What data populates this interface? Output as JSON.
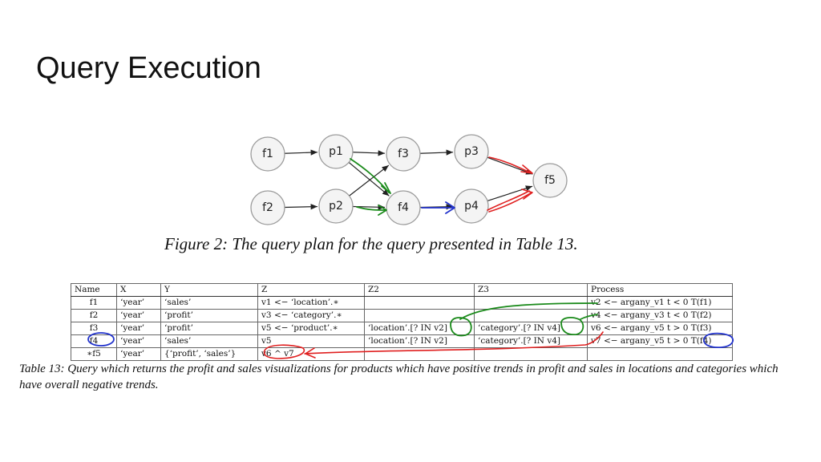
{
  "slide": {
    "title": "Query Execution"
  },
  "figure": {
    "nodes": [
      {
        "id": "f1",
        "label": "f1"
      },
      {
        "id": "p1",
        "label": "p1"
      },
      {
        "id": "f3",
        "label": "f3"
      },
      {
        "id": "p3",
        "label": "p3"
      },
      {
        "id": "f2",
        "label": "f2"
      },
      {
        "id": "p2",
        "label": "p2"
      },
      {
        "id": "f4",
        "label": "f4"
      },
      {
        "id": "p4",
        "label": "p4"
      },
      {
        "id": "f5",
        "label": "f5"
      }
    ],
    "edges": [
      [
        "f1",
        "p1"
      ],
      [
        "p1",
        "f3"
      ],
      [
        "f3",
        "p3"
      ],
      [
        "p3",
        "f5"
      ],
      [
        "f2",
        "p2"
      ],
      [
        "p2",
        "f4"
      ],
      [
        "f4",
        "p4"
      ],
      [
        "p4",
        "f5"
      ],
      [
        "p1",
        "f4"
      ],
      [
        "p2",
        "f3"
      ]
    ],
    "caption": "Figure 2: The query plan for the query presented in Table 13."
  },
  "table": {
    "headers": [
      "Name",
      "X",
      "Y",
      "Z",
      "Z2",
      "Z3",
      "Process"
    ],
    "rows": [
      [
        "f1",
        "‘year’",
        "‘sales’",
        "v1 <− ‘location’.∗",
        "",
        "",
        "v2 <− argany_v1 t < 0 T(f1)"
      ],
      [
        "f2",
        "‘year’",
        "‘profit’",
        "v3 <− ‘category’.∗",
        "",
        "",
        "v4 <− argany_v3 t < 0 T(f2)"
      ],
      [
        "f3",
        "‘year’",
        "‘profit’",
        "v5 <− ‘product’.∗",
        "‘location’.[? IN v2]",
        "‘category’.[? IN v4]",
        "v6 <− argany_v5 t > 0 T(f3)"
      ],
      [
        "f4",
        "‘year’",
        "‘sales’",
        "v5",
        "‘location’.[? IN v2]",
        "‘category’.[? IN v4]",
        "v7 <− argany_v5 t > 0 T(f4)"
      ],
      [
        "∗f5",
        "‘year’",
        "{‘profit’, ‘sales’}",
        "v6 ^ v7",
        "",
        "",
        ""
      ]
    ],
    "caption": "Table 13: Query which returns the profit and sales visualizations for products which have positive trends in profit and sales in locations and categories which have overall negative trends."
  },
  "annotations": {
    "colors": {
      "green": "#1a8a1a",
      "blue": "#2233cc",
      "red": "#e02020"
    }
  }
}
